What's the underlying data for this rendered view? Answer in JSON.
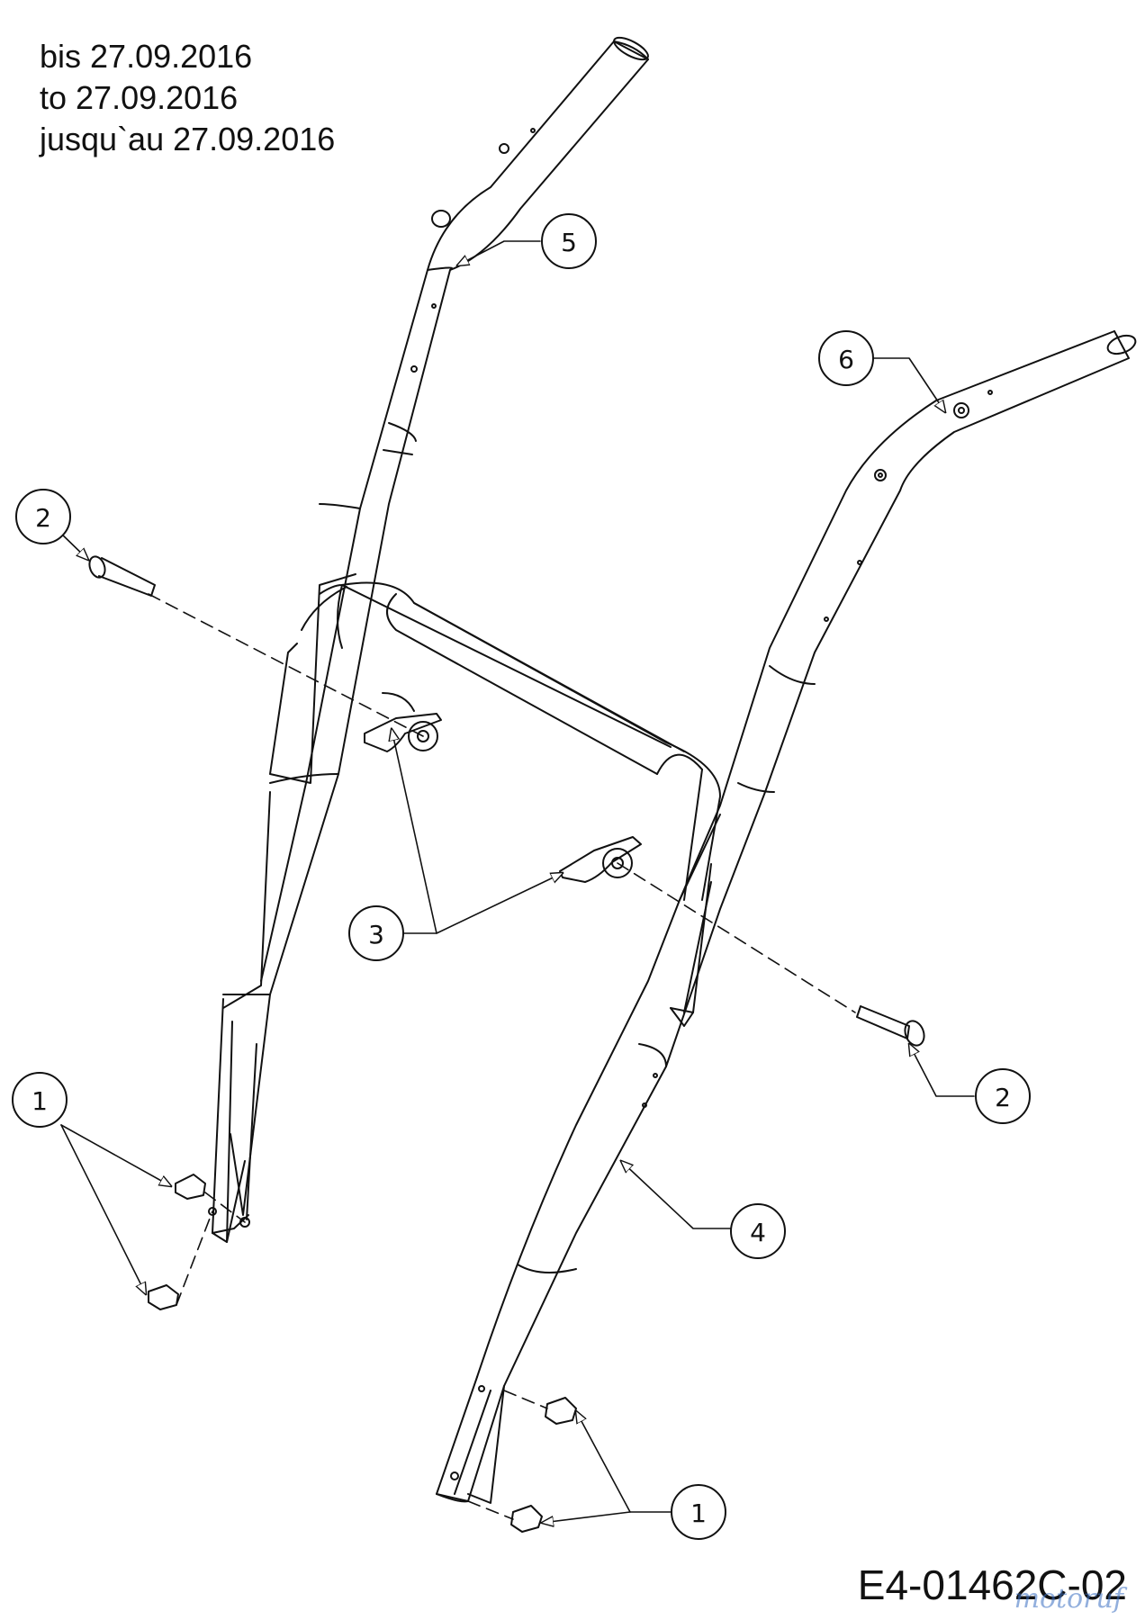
{
  "header": {
    "lines": [
      "bis 27.09.2016",
      "to 27.09.2016",
      "jusqu`au 27.09.2016"
    ]
  },
  "callouts": {
    "c1a": "1",
    "c1b": "1",
    "c2a": "2",
    "c2b": "2",
    "c3": "3",
    "c4": "4",
    "c5": "5",
    "c6": "6"
  },
  "drawing_number": "E4-01462C-02",
  "watermark": "motoruf",
  "colors": {
    "line": "#111111",
    "paper": "#ffffff",
    "watermark": "#3a6fc2"
  }
}
